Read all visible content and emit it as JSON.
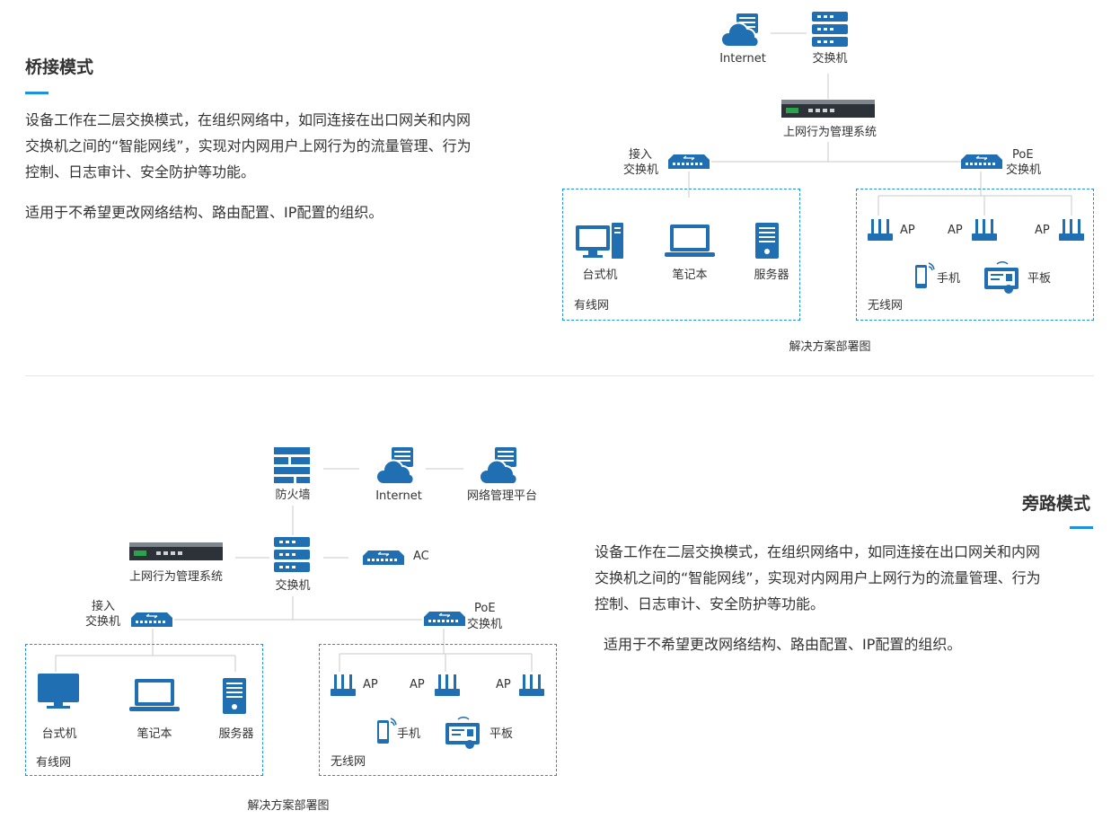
{
  "bridge": {
    "title": "桥接模式",
    "desc_lines": [
      "设备工作在二层交换模式，在组织网络中，如同连接在出口网关和内网",
      "交换机之间的“智能网线”，实现对内网用户上网行为的流量管理、行为",
      "控制、日志审计、安全防护等功能。"
    ],
    "usage": "适用于不希望更改网络结构、路由配置、IP配置的组织。",
    "diagram": {
      "internet": "Internet",
      "core_switch": "交换机",
      "gateway": "上网行为管理系统",
      "access_switch_l1": "接入",
      "access_switch_l2": "交换机",
      "poe_switch_l1": "PoE",
      "poe_switch_l2": "交换机",
      "desktop": "台式机",
      "laptop": "笔记本",
      "server": "服务器",
      "wired_net": "有线网",
      "ap": "AP",
      "phone": "手机",
      "tablet": "平板",
      "wireless_net": "无线网",
      "caption": "解决方案部署图"
    }
  },
  "bypass": {
    "title": "旁路模式",
    "desc_lines": [
      "设备工作在二层交换模式，在组织网络中，如同连接在出口网关和内网",
      "交换机之间的“智能网线”，实现对内网用户上网行为的流量管理、行为",
      "控制、日志审计、安全防护等功能。"
    ],
    "usage": "适用于不希望更改网络结构、路由配置、IP配置的组织。",
    "diagram": {
      "firewall": "防火墙",
      "internet": "Internet",
      "nms": "网络管理平台",
      "gateway": "上网行为管理系统",
      "core_switch": "交换机",
      "ac": "AC",
      "access_switch_l1": "接入",
      "access_switch_l2": "交换机",
      "poe_switch_l1": "PoE",
      "poe_switch_l2": "交换机",
      "desktop": "台式机",
      "laptop": "笔记本",
      "server": "服务器",
      "wired_net": "有线网",
      "ap": "AP",
      "phone": "手机",
      "tablet": "平板",
      "wireless_net": "无线网",
      "caption": "解决方案部署图"
    }
  },
  "colors": {
    "accent": "#1e90e0",
    "icon_blue": "#1f6fb2",
    "line": "#c8c8c8"
  }
}
